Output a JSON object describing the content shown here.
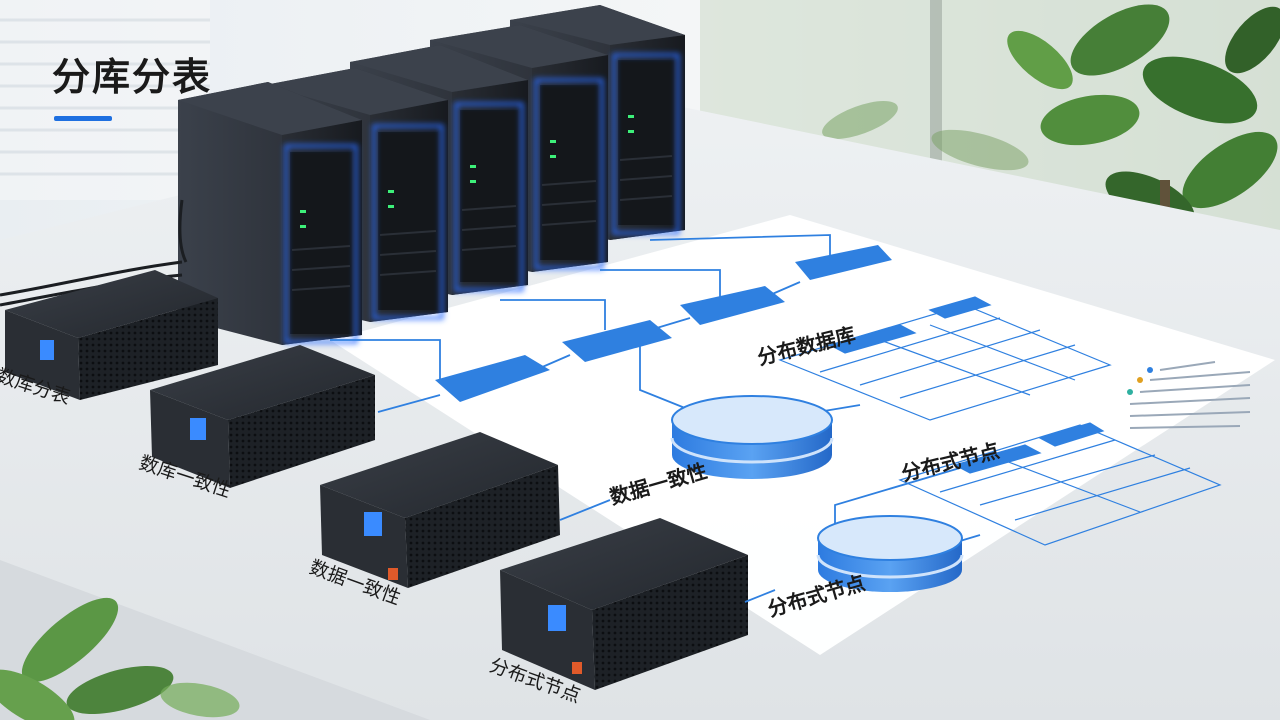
{
  "title": "分库分表",
  "box_labels": [
    "数库分表",
    "数库一致性",
    "数据一致性",
    "分布式节点"
  ],
  "diagram_labels": {
    "distributed_db": "分布数据库",
    "data_consistency": "数据一致性",
    "distributed_nodes": "分布式节点",
    "distributed_node": "分布式节点"
  },
  "colors": {
    "accent": "#1e6fe0",
    "diagram_blue": "#2f80e0"
  }
}
